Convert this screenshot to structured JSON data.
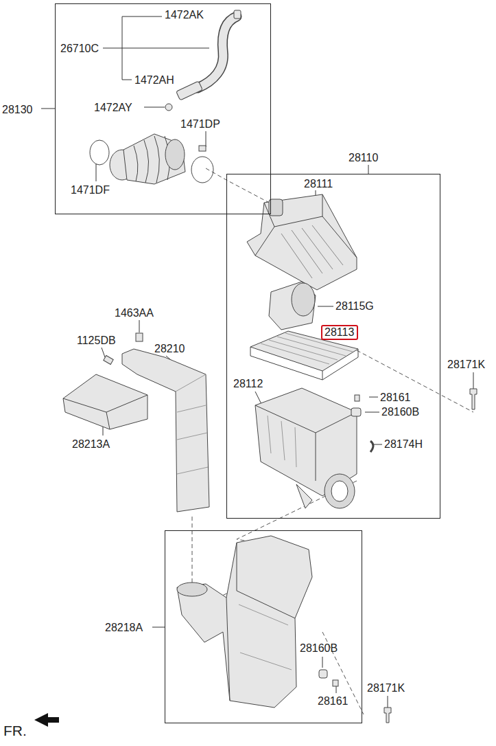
{
  "diagram": {
    "nodes": [
      {
        "text": [
          "28130"
        ]
      },
      {
        "text": [
          "28110"
        ]
      },
      {
        "text": [
          "28113"
        ],
        "in": 1
      },
      {
        "text": [
          "28218A"
        ]
      }
    ],
    "labels": [
      "1472AK",
      "26710C",
      "1472AH",
      "1472AY",
      "1471DP",
      "1471DF",
      "28111",
      "28115G",
      "28171K",
      "28112",
      "28161",
      "28160B",
      "28174H",
      "1463AA",
      "1125DB",
      "28210",
      "28213A",
      "28160B",
      "28161",
      "28171K",
      "FR."
    ]
  }
}
